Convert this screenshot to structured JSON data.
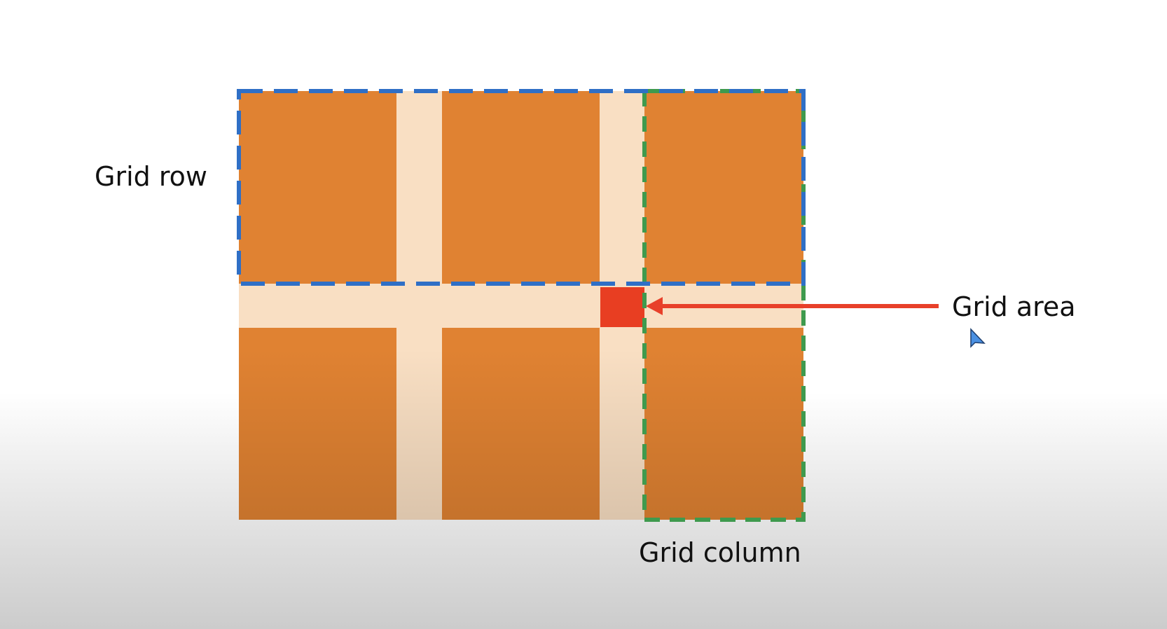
{
  "labels": {
    "grid_row": "Grid row",
    "grid_area": "Grid area",
    "grid_column": "Grid column"
  },
  "grid": {
    "rows": 2,
    "columns": 3
  },
  "colors": {
    "cell": "#e08232",
    "gap": "#f9dfc3",
    "grid_area": "#e83e22",
    "row_outline": "#2f6fc6",
    "column_outline": "#3f9a4e",
    "arrow": "#e8402a",
    "cursor": "#4a90e2"
  },
  "icons": {
    "pointer": "cursor-pointer-icon"
  }
}
